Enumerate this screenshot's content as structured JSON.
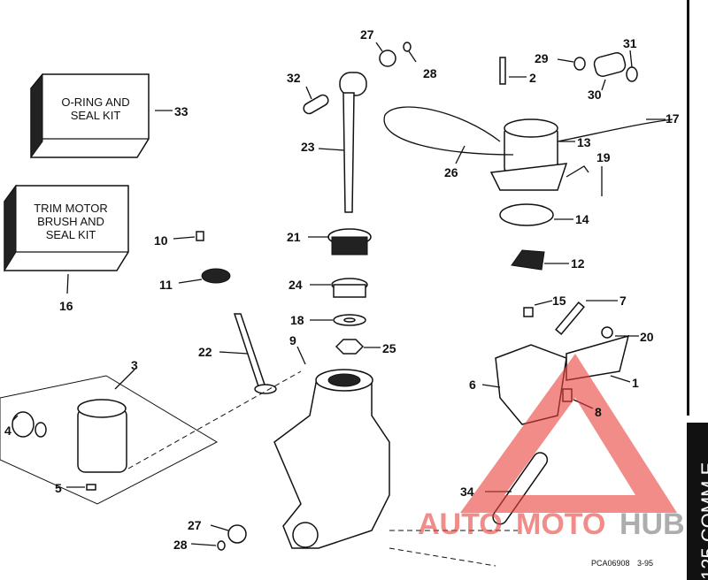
{
  "kits": {
    "oring": {
      "line1": "O-RING AND",
      "line2": "SEAL KIT",
      "callout": "33"
    },
    "trim_motor": {
      "line1": "TRIM MOTOR",
      "line2": "BRUSH AND",
      "line3": "SEAL KIT",
      "callout": "16"
    }
  },
  "callouts": [
    "27",
    "28",
    "32",
    "2",
    "29",
    "31",
    "30",
    "17",
    "13",
    "19",
    "26",
    "23",
    "14",
    "21",
    "12",
    "10",
    "11",
    "24",
    "15",
    "7",
    "18",
    "20",
    "9",
    "25",
    "22",
    "3",
    "1",
    "6",
    "8",
    "4",
    "5",
    "34",
    "27",
    "28"
  ],
  "figure_code": "PCA06908",
  "figure_date": "3-95",
  "side_tab": "125 COMM E",
  "watermark": {
    "part1": "AUTO",
    "part2": "MOTO",
    "part3": "HUB",
    "color_red": "#e8403a",
    "color_gray": "#777777"
  }
}
